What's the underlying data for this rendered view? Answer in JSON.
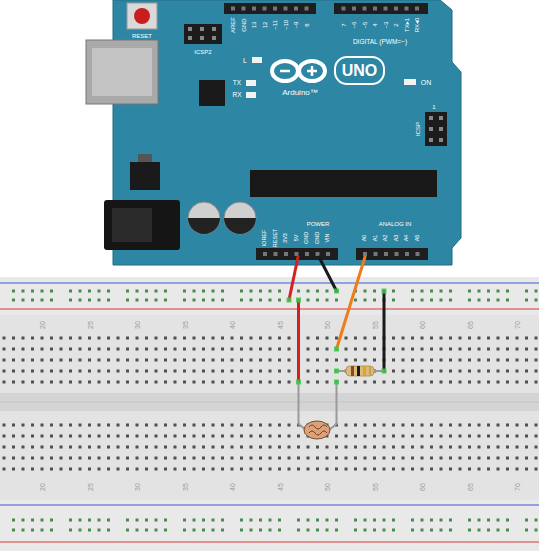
{
  "diagram": {
    "labels": [
      "RESET",
      "ICSP2",
      "AREF",
      "GND",
      "13",
      "12",
      "~11",
      "~10",
      "~9",
      "8",
      "7",
      "~6",
      "~5",
      "4",
      "~3",
      "2",
      "TX▸1",
      "RX◂0",
      "DIGITAL (PWM=~)",
      "L",
      "TX",
      "RX",
      "UNO",
      "Arduino™",
      "ON",
      "ICSP",
      "1",
      "IOREF",
      "RESET",
      "3V3",
      "5V",
      "GND",
      "GND",
      "VIN",
      "POWER",
      "ANALOG IN",
      "A0",
      "A1",
      "A2",
      "A3",
      "A4",
      "A5",
      "20",
      "25",
      "30",
      "35",
      "40",
      "45",
      "50",
      "55",
      "60",
      "65",
      "70",
      "20",
      "25",
      "30",
      "35",
      "40",
      "45",
      "50",
      "55",
      "60",
      "65",
      "70"
    ]
  }
}
